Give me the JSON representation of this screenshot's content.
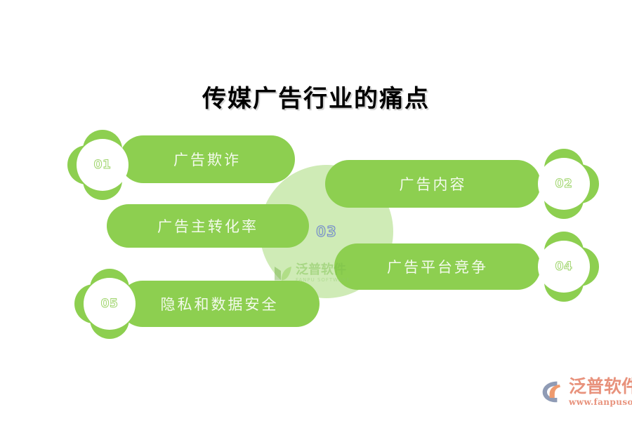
{
  "title": "传媒广告行业的痛点",
  "colors": {
    "primary_green": "#8DCF50",
    "light_green": "#A8DC94",
    "bar_text": "#F3FAEC",
    "number_outline": "#9ED46A",
    "center_number_outline": "#6F7FD8",
    "title_text": "#000000",
    "logo_orange": "#E8927C"
  },
  "center": {
    "number": "03",
    "label": "广告主转化率"
  },
  "items": [
    {
      "number": "01",
      "label": "广告欺诈",
      "side": "left"
    },
    {
      "number": "02",
      "label": "广告内容",
      "side": "right"
    },
    {
      "number": "03",
      "label": "广告主转化率",
      "side": "center"
    },
    {
      "number": "04",
      "label": "广告平台竞争",
      "side": "right"
    },
    {
      "number": "05",
      "label": "隐私和数据安全",
      "side": "left"
    }
  ],
  "watermark": {
    "cn": "泛普软件",
    "en": "FANPU SOFTWARE"
  },
  "logo": {
    "cn": "泛普软件",
    "url": "www.fanpusoft.com"
  }
}
